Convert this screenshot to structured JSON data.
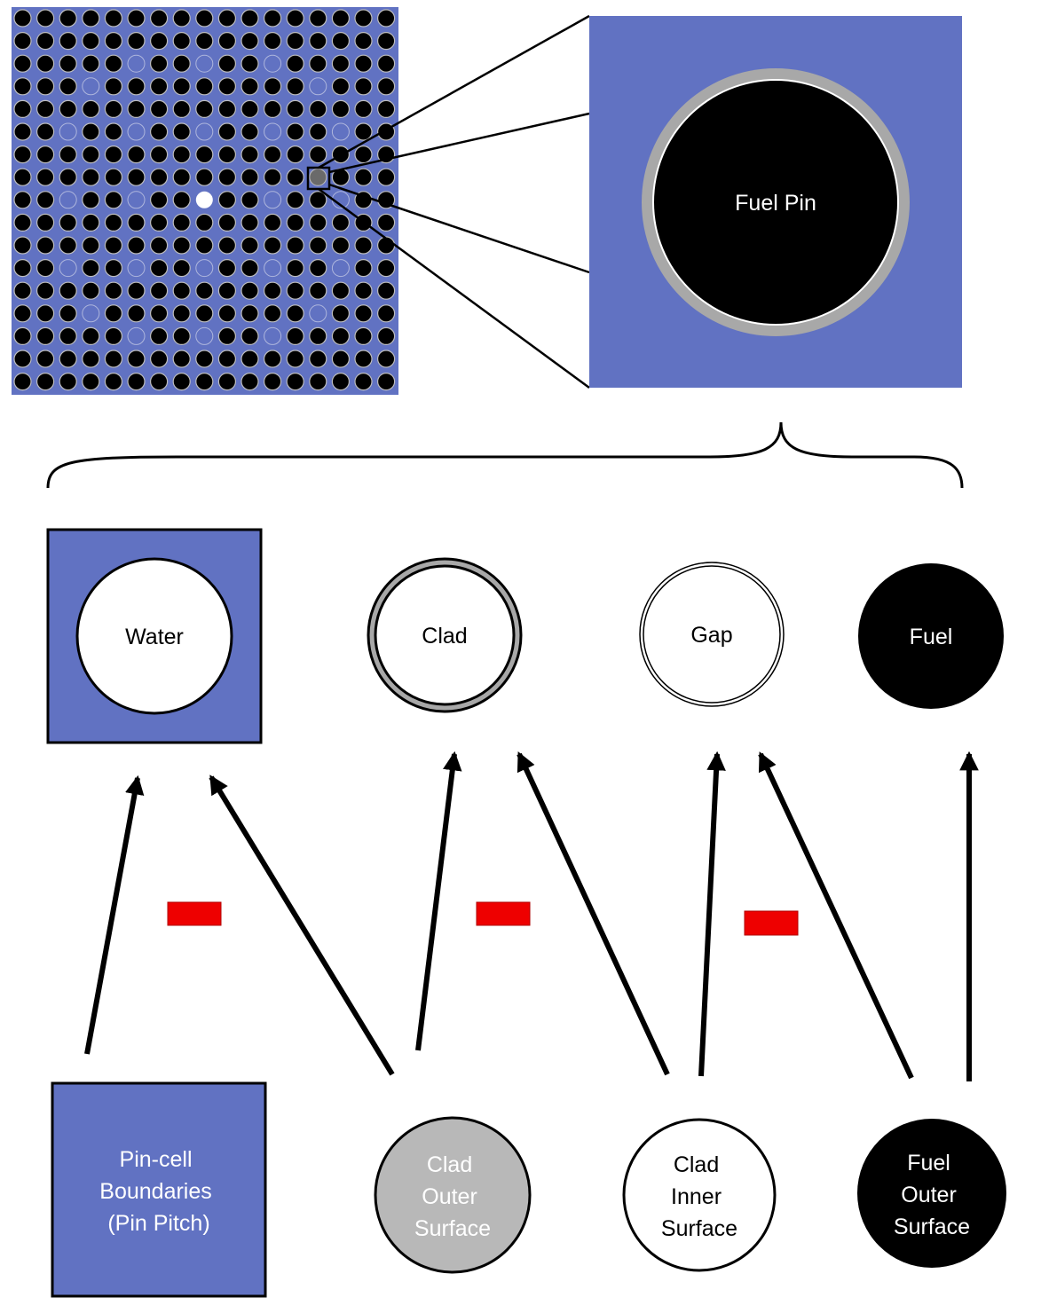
{
  "colors": {
    "moderator_blue": "#6172c2",
    "clad_gray": "#a8a8a8",
    "fuel_black": "#000000",
    "subtract_red": "#ee0000"
  },
  "zoom": {
    "label": "Fuel Pin"
  },
  "regions": [
    {
      "key": "water",
      "label": "Water"
    },
    {
      "key": "clad",
      "label": "Clad"
    },
    {
      "key": "gap",
      "label": "Gap"
    },
    {
      "key": "fuel",
      "label": "Fuel"
    }
  ],
  "surfaces": [
    {
      "key": "pin-cell-boundaries",
      "lines": [
        "Pin-cell",
        "Boundaries",
        "(Pin Pitch)"
      ]
    },
    {
      "key": "clad-outer-surface",
      "lines": [
        "Clad",
        "Outer",
        "Surface"
      ]
    },
    {
      "key": "clad-inner-surface",
      "lines": [
        "Clad",
        "Inner",
        "Surface"
      ]
    },
    {
      "key": "fuel-outer-surface",
      "lines": [
        "Fuel",
        "Outer",
        "Surface"
      ]
    }
  ],
  "operators": [
    {
      "key": "minus-1",
      "meaning": "subtract"
    },
    {
      "key": "minus-2",
      "meaning": "subtract"
    },
    {
      "key": "minus-3",
      "meaning": "subtract"
    }
  ]
}
